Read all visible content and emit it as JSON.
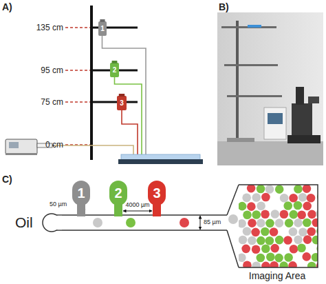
{
  "diagram": {
    "nodes": [
      {
        "text": [
          "1"
        ]
      },
      {
        "text": [
          "2"
        ]
      },
      {
        "text": [
          "3"
        ]
      },
      {
        "text": [
          "Oil"
        ]
      },
      {
        "text": [
          "1"
        ]
      },
      {
        "text": [
          "2"
        ]
      },
      {
        "text": [
          "3"
        ]
      },
      {
        "text": [
          "Imaging Area"
        ]
      }
    ],
    "labels": [
      "A)",
      "B)",
      "C)",
      "135 cm",
      "95 cm",
      "75 cm",
      "0 cm",
      "50 µm",
      "4000 µm",
      "85 µm"
    ]
  }
}
